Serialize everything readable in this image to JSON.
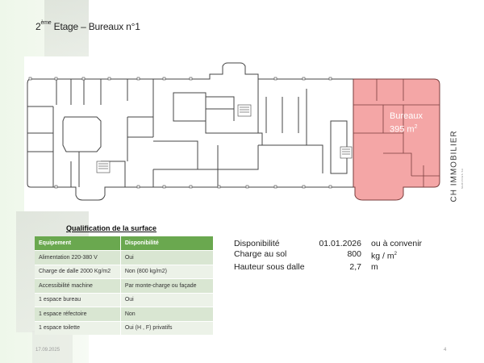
{
  "slide": {
    "title_prefix": "2",
    "title_sup": "ème",
    "title_rest": " Etage – Bureaux n°1"
  },
  "floor_plan": {
    "highlight_label": "Bureaux",
    "highlight_area_value": "395 m",
    "highlight_area_sup": "2",
    "highlight_color": "#f4a6a6",
    "logo_text": "CH IMMOBILIER",
    "logo_subtitle": "SERVICES SA"
  },
  "qualification": {
    "title": "Qualification de la surface",
    "header_color": "#6aa84f",
    "columns": [
      "Equipement",
      "Disponibilité"
    ],
    "rows": [
      [
        "Alimentation 220-380 V",
        "Oui"
      ],
      [
        "Charge de dalle 2000 Kg/m2",
        "Non (800 kg/m2)"
      ],
      [
        "Accessibilité machine",
        "Par monte-charge ou façade"
      ],
      [
        "1 espace bureau",
        "Oui"
      ],
      [
        "1 espace réfectoire",
        "Non"
      ],
      [
        "1 espace toilette",
        "Oui (H , F) privatifs"
      ]
    ]
  },
  "specs": [
    {
      "label": "Disponibilité",
      "value": "01.01.2026",
      "unit": "ou à convenir",
      "unit_sup": ""
    },
    {
      "label": "Charge au sol",
      "value": "800",
      "unit": "kg / m",
      "unit_sup": "2"
    },
    {
      "label": "Hauteur sous dalle",
      "value": "2,7",
      "unit": "m",
      "unit_sup": ""
    }
  ],
  "footer": {
    "date": "17.09.2025",
    "page": "4"
  }
}
